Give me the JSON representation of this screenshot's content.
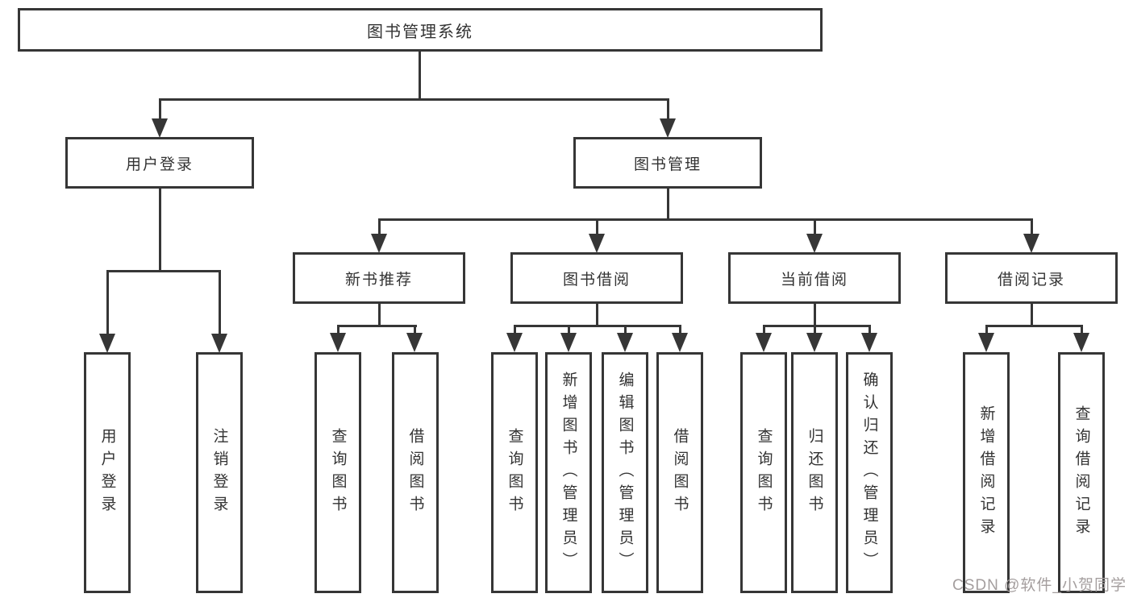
{
  "diagram_title": "图书管理系统",
  "tree": {
    "label": "图书管理系统",
    "children": [
      {
        "label": "用户登录",
        "children": [
          {
            "label": "用户登录"
          },
          {
            "label": "注销登录"
          }
        ]
      },
      {
        "label": "图书管理",
        "children": [
          {
            "label": "新书推荐",
            "children": [
              {
                "label": "查询图书"
              },
              {
                "label": "借阅图书"
              }
            ]
          },
          {
            "label": "图书借阅",
            "children": [
              {
                "label": "查询图书"
              },
              {
                "label": "新增图书（管理员）"
              },
              {
                "label": "编辑图书（管理员）"
              },
              {
                "label": "借阅图书"
              }
            ]
          },
          {
            "label": "当前借阅",
            "children": [
              {
                "label": "查询图书"
              },
              {
                "label": "归还图书"
              },
              {
                "label": "确认归还（管理员）"
              }
            ]
          },
          {
            "label": "借阅记录",
            "children": [
              {
                "label": "新增借阅记录"
              },
              {
                "label": "查询借阅记录"
              }
            ]
          }
        ]
      }
    ]
  },
  "watermark": {
    "text": "CSDN @软件_小贺同学"
  },
  "colors": {
    "line": "#363636",
    "text": "#333333",
    "background": "#ffffff",
    "watermark": "#a49e9e"
  }
}
